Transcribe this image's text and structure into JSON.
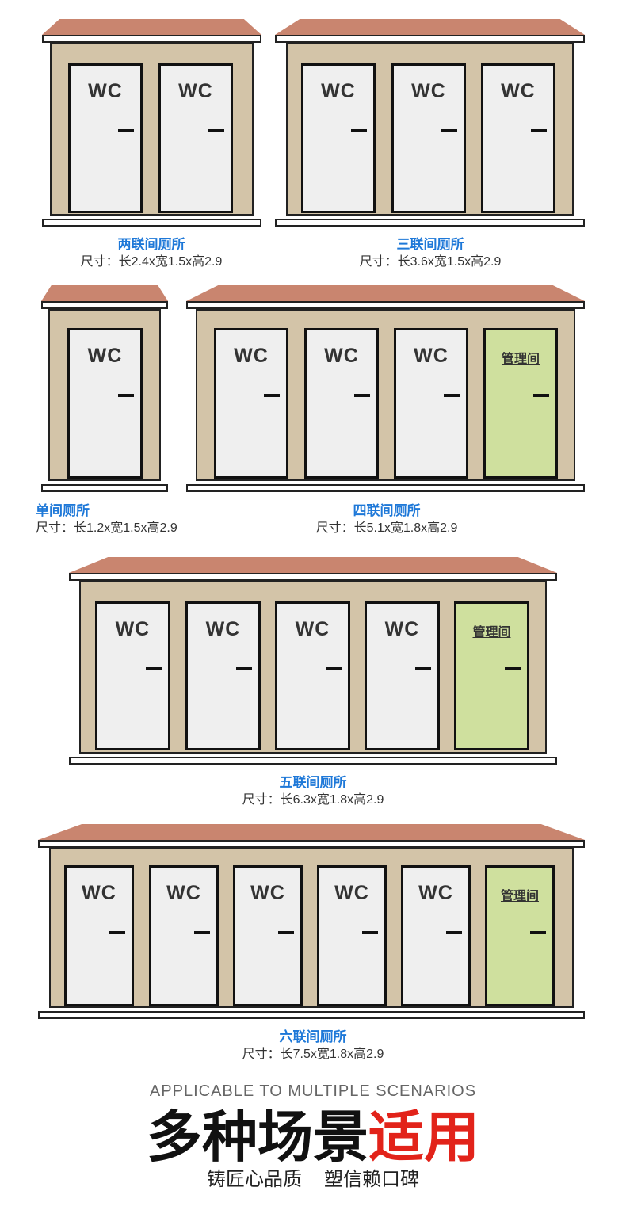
{
  "labels": {
    "wc": "WC",
    "mgmt": "管理间"
  },
  "buildings": {
    "b2": {
      "name": "两联间厕所",
      "size": "尺寸：长2.4x宽1.5x高2.9"
    },
    "b3": {
      "name": "三联间厕所",
      "size": "尺寸：长3.6x宽1.5x高2.9"
    },
    "b1": {
      "name": "单间厕所",
      "size": "尺寸：长1.2x宽1.5x高2.9"
    },
    "b4": {
      "name": "四联间厕所",
      "size": "尺寸：长5.1x宽1.8x高2.9"
    },
    "b5": {
      "name": "五联间厕所",
      "size": "尺寸：长6.3x宽1.8x高2.9"
    },
    "b6": {
      "name": "六联间厕所",
      "size": "尺寸：长7.5x宽1.8x高2.9"
    }
  },
  "footer": {
    "english": "APPLICABLE TO MULTIPLE SCENARIOS",
    "headline_black": "多种场景",
    "headline_red": "适用",
    "sub_left": "铸匠心品质",
    "sub_right": "塑信赖口碑"
  },
  "colors": {
    "roof": "#c9856f",
    "wall": "#d3c4a8",
    "door": "#efefef",
    "mgmt_door": "#cfe09e",
    "caption_blue": "#1e78d8",
    "accent_red": "#e2231a"
  }
}
